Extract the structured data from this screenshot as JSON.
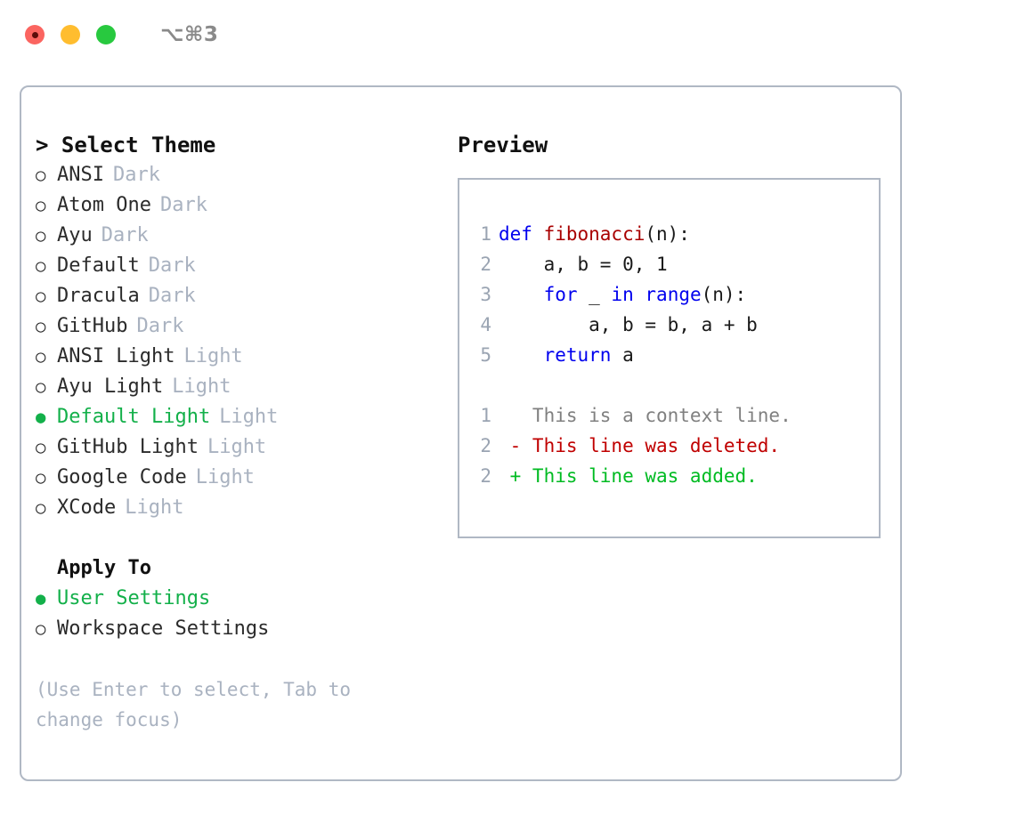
{
  "window": {
    "title": "⌥⌘3",
    "traffic_lights": [
      {
        "name": "close",
        "color": "#fb6560"
      },
      {
        "name": "minimize",
        "color": "#ffbd2f"
      },
      {
        "name": "maximize",
        "color": "#28c93f"
      }
    ]
  },
  "theme_picker": {
    "header": "> Select Theme",
    "marker_selected": "●",
    "marker_unselected": "○",
    "accent_color": "#13b04a",
    "badge_color": "#a9b2c0",
    "options": [
      {
        "label": "ANSI",
        "badge": "Dark",
        "selected": false
      },
      {
        "label": "Atom One",
        "badge": "Dark",
        "selected": false
      },
      {
        "label": "Ayu",
        "badge": "Dark",
        "selected": false
      },
      {
        "label": "Default",
        "badge": "Dark",
        "selected": false
      },
      {
        "label": "Dracula",
        "badge": "Dark",
        "selected": false
      },
      {
        "label": "GitHub",
        "badge": "Dark",
        "selected": false
      },
      {
        "label": "ANSI Light",
        "badge": "Light",
        "selected": false
      },
      {
        "label": "Ayu Light",
        "badge": "Light",
        "selected": false
      },
      {
        "label": "Default Light",
        "badge": "Light",
        "selected": true
      },
      {
        "label": "GitHub Light",
        "badge": "Light",
        "selected": false
      },
      {
        "label": "Google Code",
        "badge": "Light",
        "selected": false
      },
      {
        "label": "XCode",
        "badge": "Light",
        "selected": false
      }
    ]
  },
  "apply_to": {
    "header": "Apply To",
    "options": [
      {
        "label": "User Settings",
        "selected": true
      },
      {
        "label": "Workspace Settings",
        "selected": false
      }
    ]
  },
  "hint": "(Use Enter to select, Tab to change focus)",
  "preview": {
    "title": "Preview",
    "code_lines": [
      {
        "num": "1",
        "tokens": [
          {
            "t": "def ",
            "c": "kw"
          },
          {
            "t": "fibonacci",
            "c": "fn"
          },
          {
            "t": "(n):",
            "c": "plain"
          }
        ]
      },
      {
        "num": "2",
        "tokens": [
          {
            "t": "    a, b = 0, 1",
            "c": "plain"
          }
        ]
      },
      {
        "num": "3",
        "tokens": [
          {
            "t": "    ",
            "c": "plain"
          },
          {
            "t": "for",
            "c": "kw"
          },
          {
            "t": " _ ",
            "c": "plain"
          },
          {
            "t": "in",
            "c": "kw"
          },
          {
            "t": " ",
            "c": "plain"
          },
          {
            "t": "range",
            "c": "kw"
          },
          {
            "t": "(n):",
            "c": "plain"
          }
        ]
      },
      {
        "num": "4",
        "tokens": [
          {
            "t": "        a, b = b, a + b",
            "c": "plain"
          }
        ]
      },
      {
        "num": "5",
        "tokens": [
          {
            "t": "    ",
            "c": "plain"
          },
          {
            "t": "return",
            "c": "kw"
          },
          {
            "t": " a",
            "c": "plain"
          }
        ]
      }
    ],
    "diff_lines": [
      {
        "num": "1",
        "marker": " ",
        "text": " This is a context line.",
        "kind": "ctx"
      },
      {
        "num": "2",
        "marker": "-",
        "text": " This line was deleted.",
        "kind": "del"
      },
      {
        "num": "2",
        "marker": "+",
        "text": " This line was added.",
        "kind": "add"
      }
    ],
    "diff_colors": {
      "context": "#808080",
      "deleted": "#c00000",
      "added": "#00bb22",
      "line_number": "#9aa4b2"
    },
    "syntax_colors": {
      "keyword": "#0000ee",
      "function": "#a80000",
      "plain": "#1a1a1a"
    }
  }
}
